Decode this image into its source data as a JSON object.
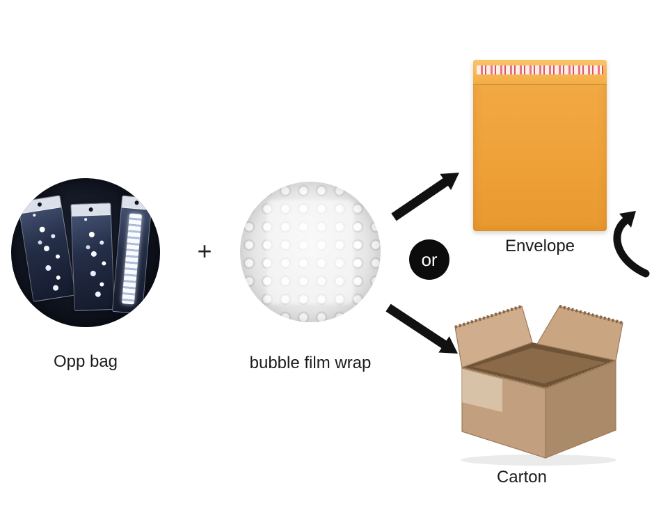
{
  "labels": {
    "opp_bag": "Opp bag",
    "plus": "+",
    "bubble_wrap": "bubble film wrap",
    "or": "or",
    "envelope": "Envelope",
    "carton": "Carton"
  },
  "colors": {
    "background": "#ffffff",
    "text": "#1b1b1b",
    "arrow": "#111111",
    "or_badge_bg": "#0c0c0c",
    "or_badge_text": "#ffffff",
    "envelope_body": "#f0a23a",
    "envelope_strip_pink": "#e56c8c",
    "carton_front": "#c2a07f",
    "carton_side": "#ab8a6a",
    "carton_interior": "#6f5336",
    "opp_circle_bg": "#10141f",
    "bubble_circle_bg": "#e7e7e7"
  }
}
